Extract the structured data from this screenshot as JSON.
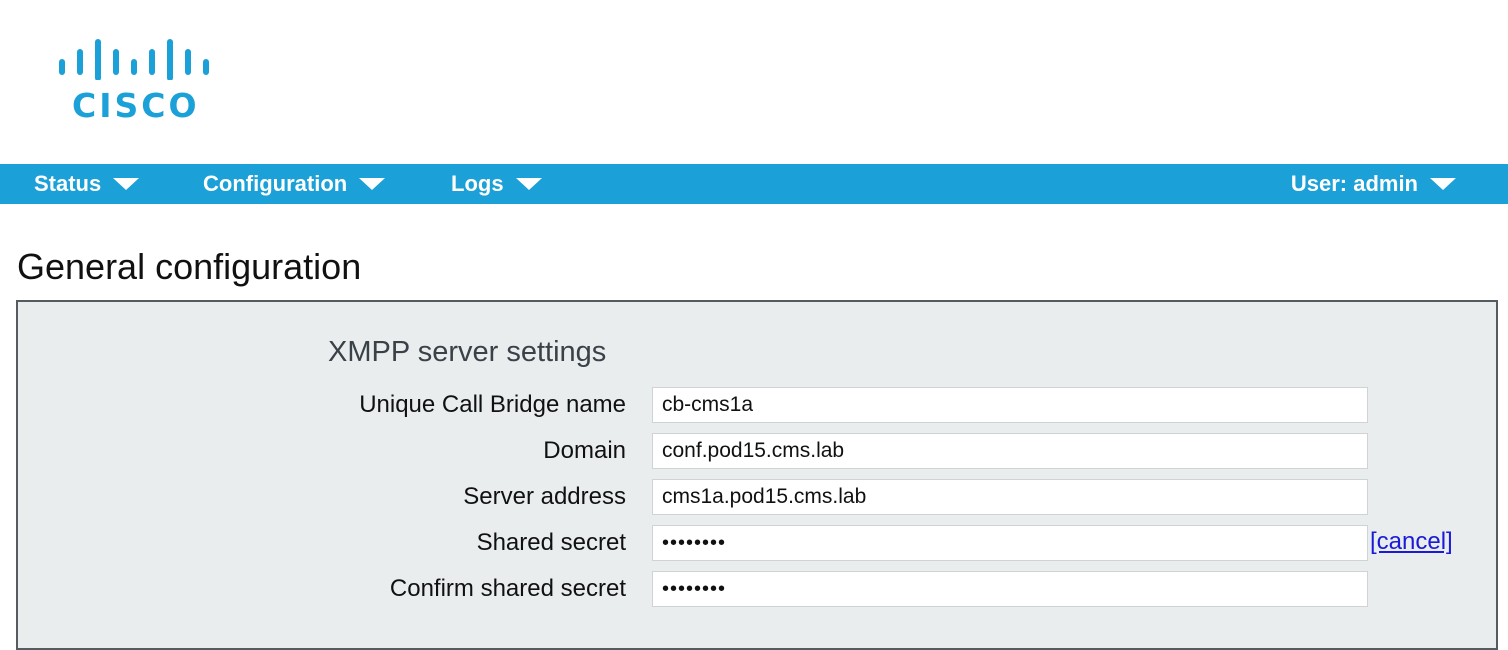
{
  "brand": {
    "logo_text": "CISCO",
    "logo_color": "#1ba0d7",
    "logo_icon": "cisco-bridge-icon"
  },
  "nav": {
    "status_label": "Status",
    "configuration_label": "Configuration",
    "logs_label": "Logs",
    "user_label": "User: admin",
    "bar_color": "#1ba0d7",
    "caret_icon": "caret-down-icon"
  },
  "page": {
    "title": "General configuration"
  },
  "xmpp": {
    "section_title": "XMPP server settings",
    "fields": {
      "call_bridge_name": {
        "label": "Unique Call Bridge name",
        "value": "cb-cms1a"
      },
      "domain": {
        "label": "Domain",
        "value": "conf.pod15.cms.lab"
      },
      "server_address": {
        "label": "Server address",
        "value": "cms1a.pod15.cms.lab"
      },
      "shared_secret": {
        "label": "Shared secret",
        "value": "••••••••",
        "cancel_label": "[cancel]"
      },
      "confirm_shared_secret": {
        "label": "Confirm shared secret",
        "value": "••••••••"
      }
    }
  }
}
